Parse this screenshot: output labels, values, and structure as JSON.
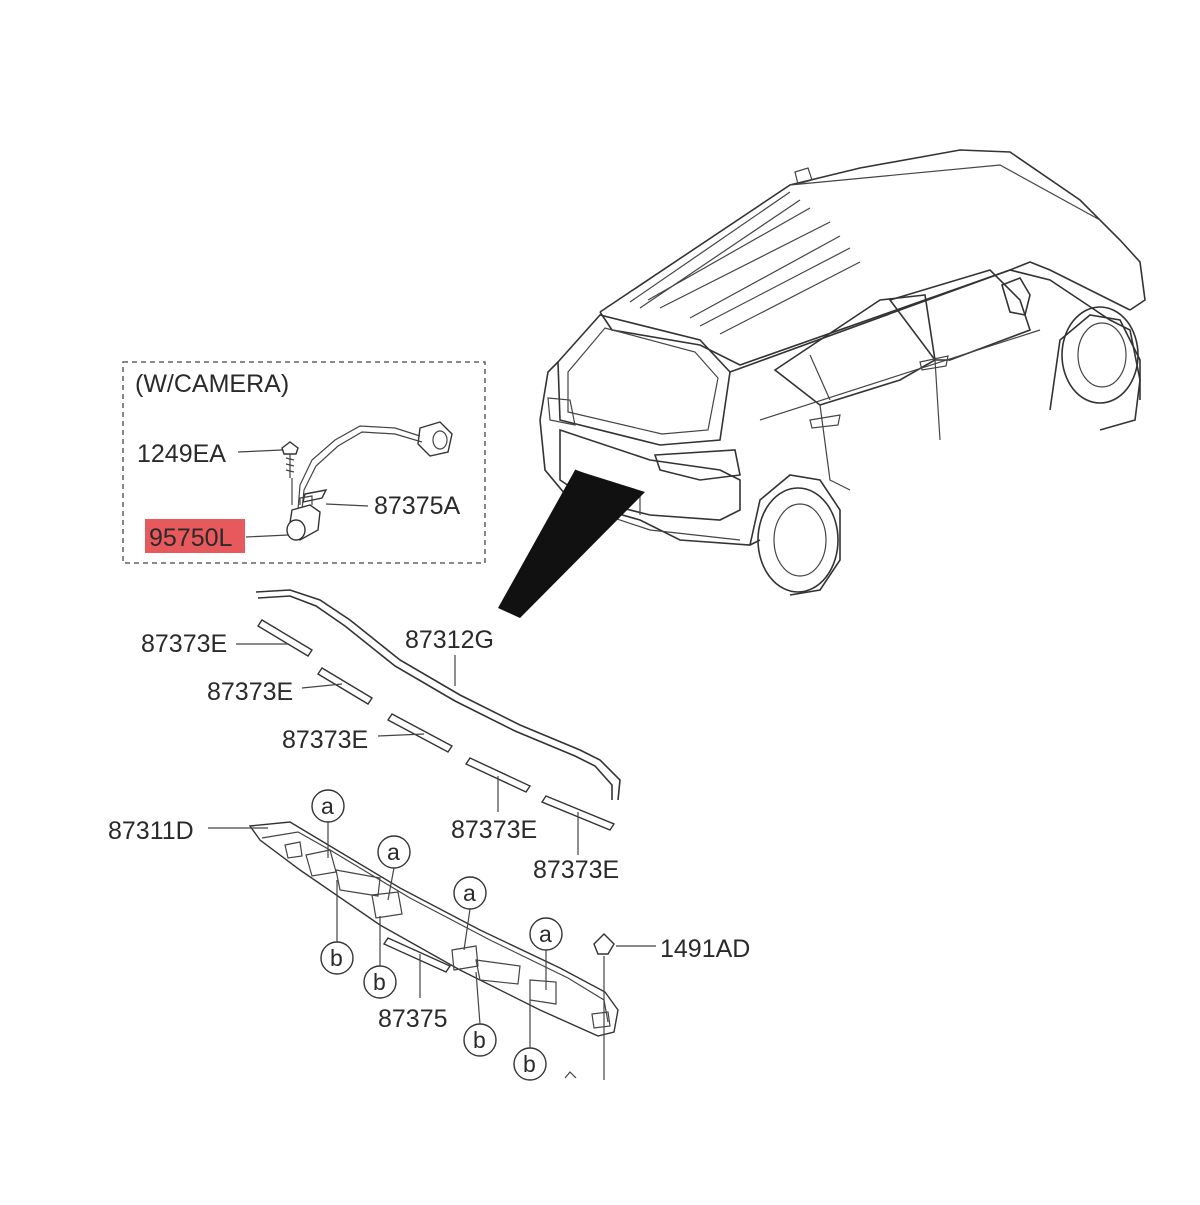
{
  "diagram": {
    "camera_box_title": "(W/CAMERA)",
    "highlight_color": "#e8595d",
    "parts": {
      "p1249ea": "1249EA",
      "p87375a": "87375A",
      "p95750l": "95750L",
      "p87373e_1": "87373E",
      "p87373e_2": "87373E",
      "p87373e_3": "87373E",
      "p87373e_4": "87373E",
      "p87373e_5": "87373E",
      "p87312g": "87312G",
      "p87311d": "87311D",
      "p1491ad": "1491AD",
      "p87375": "87375"
    },
    "callouts": {
      "a1": "a",
      "a2": "a",
      "a3": "a",
      "a4": "a",
      "b1": "b",
      "b2": "b",
      "b3": "b",
      "b4": "b"
    }
  }
}
